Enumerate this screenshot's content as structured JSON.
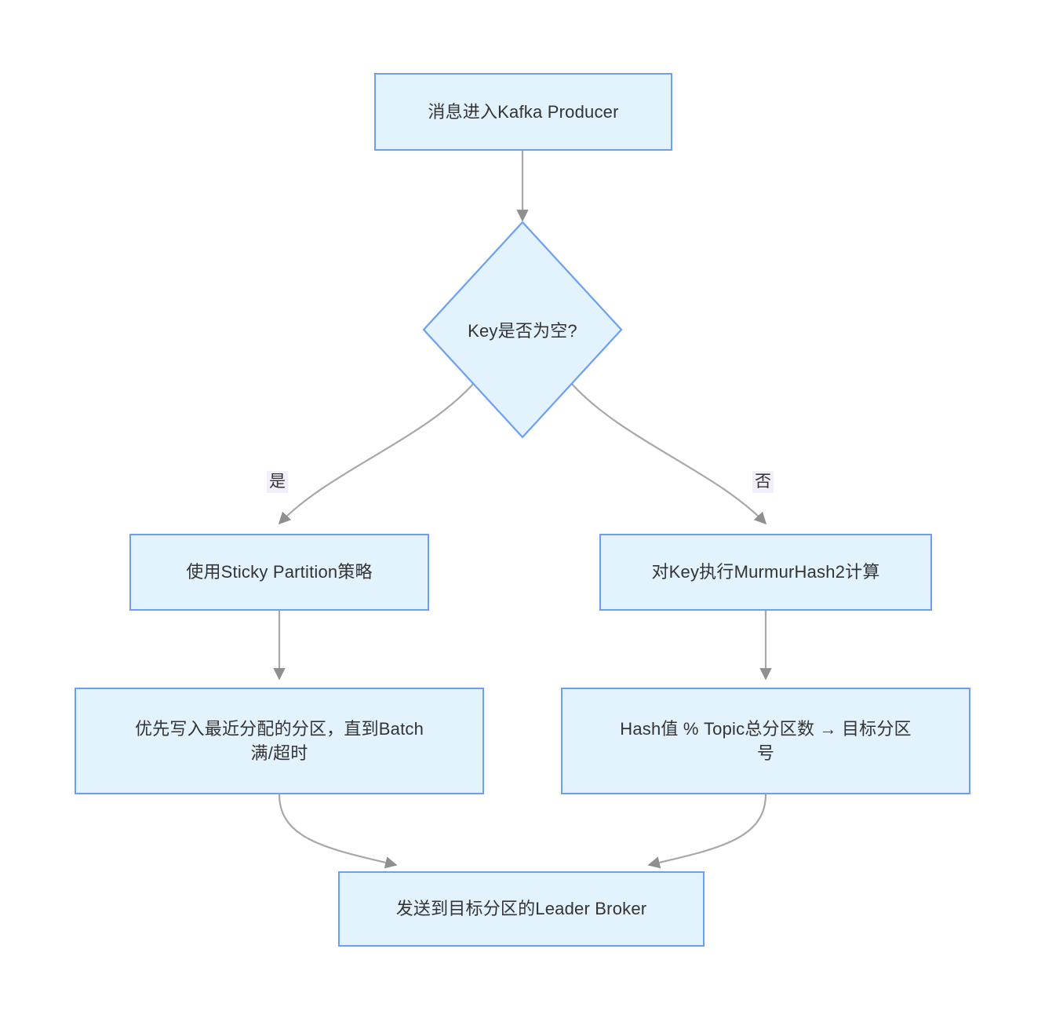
{
  "diagram": {
    "type": "flowchart",
    "direction": "top-down",
    "title": "Kafka Producer partition selection flow",
    "colors": {
      "node_fill": "#e3f3fd",
      "node_border": "#6c9ff2",
      "edge_stroke": "#a8a8a8",
      "text": "#333333",
      "edge_label_background": "#f3effa"
    },
    "nodes": [
      {
        "id": "start",
        "shape": "rectangle",
        "label": "消息进入Kafka Producer"
      },
      {
        "id": "decision",
        "shape": "diamond",
        "label": "Key是否为空?"
      },
      {
        "id": "sticky",
        "shape": "rectangle",
        "label": "使用Sticky Partition策略"
      },
      {
        "id": "murmur",
        "shape": "rectangle",
        "label": "对Key执行MurmurHash2计算"
      },
      {
        "id": "batch",
        "shape": "rectangle",
        "label": "优先写入最近分配的分区，直到Batch\n满/超时"
      },
      {
        "id": "modulo",
        "shape": "rectangle",
        "label": "Hash值 % Topic总分区数 → 目标分区\n号"
      },
      {
        "id": "send",
        "shape": "rectangle",
        "label": "发送到目标分区的Leader Broker"
      }
    ],
    "edges": [
      {
        "id": "e1",
        "from": "start",
        "to": "decision",
        "label": ""
      },
      {
        "id": "e2",
        "from": "decision",
        "to": "sticky",
        "label": "是"
      },
      {
        "id": "e3",
        "from": "decision",
        "to": "murmur",
        "label": "否"
      },
      {
        "id": "e4",
        "from": "sticky",
        "to": "batch",
        "label": ""
      },
      {
        "id": "e5",
        "from": "murmur",
        "to": "modulo",
        "label": ""
      },
      {
        "id": "e6",
        "from": "batch",
        "to": "send",
        "label": ""
      },
      {
        "id": "e7",
        "from": "modulo",
        "to": "send",
        "label": ""
      }
    ]
  }
}
